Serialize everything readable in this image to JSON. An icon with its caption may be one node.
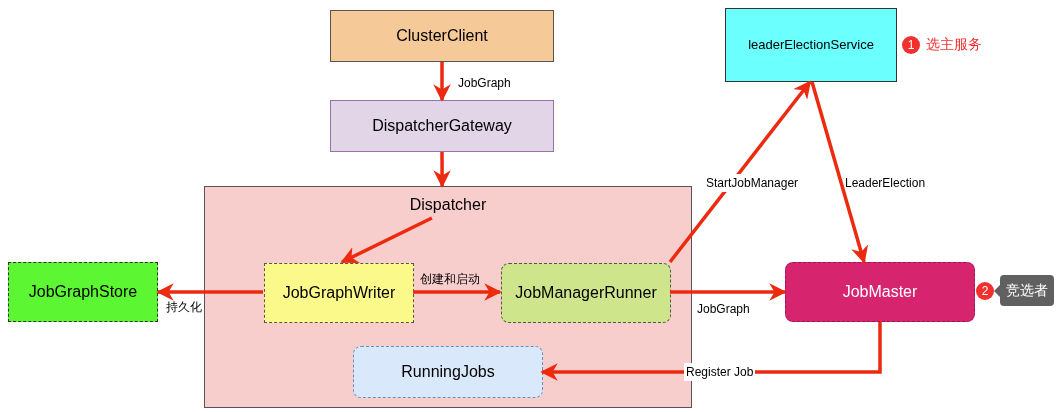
{
  "diagram": {
    "nodes": [
      {
        "text": [
          "ClusterClient"
        ]
      },
      {
        "text": [
          "DispatcherGateway"
        ]
      },
      {
        "text": [
          "Dispatcher"
        ]
      },
      {
        "text": [
          "JobGraphWriter"
        ],
        "in": 2
      },
      {
        "text": [
          "JobManagerRunner"
        ],
        "in": 2
      },
      {
        "text": [
          "RunningJobs"
        ],
        "in": 2
      },
      {
        "text": [
          "JobGraphStore"
        ]
      },
      {
        "text": [
          "leaderElectionService"
        ],
        "beside": [
          "1",
          "选主服务"
        ]
      },
      {
        "text": [
          "JobMaster"
        ],
        "beside": [
          "2",
          "竞选者"
        ]
      }
    ],
    "edges": [
      {
        "from": 0,
        "to": 1,
        "arrow": "to",
        "label": "JobGraph"
      },
      {
        "from": 1,
        "to": 2,
        "arrow": "to"
      },
      {
        "from": 2,
        "to": 3,
        "arrow": "to"
      },
      {
        "from": 3,
        "to": 6,
        "arrow": "to",
        "label": "持久化"
      },
      {
        "from": 3,
        "to": 4,
        "arrow": "to",
        "label": "创建和启动"
      },
      {
        "from": 4,
        "to": 8,
        "arrow": "to",
        "label": "JobGraph"
      },
      {
        "from": 4,
        "to": 7,
        "arrow": "to",
        "label": "StartJobManager"
      },
      {
        "from": 7,
        "to": 8,
        "arrow": "to",
        "label": "LeaderElection"
      },
      {
        "from": 8,
        "to": 5,
        "arrow": "to",
        "label": "Register Job"
      }
    ]
  }
}
